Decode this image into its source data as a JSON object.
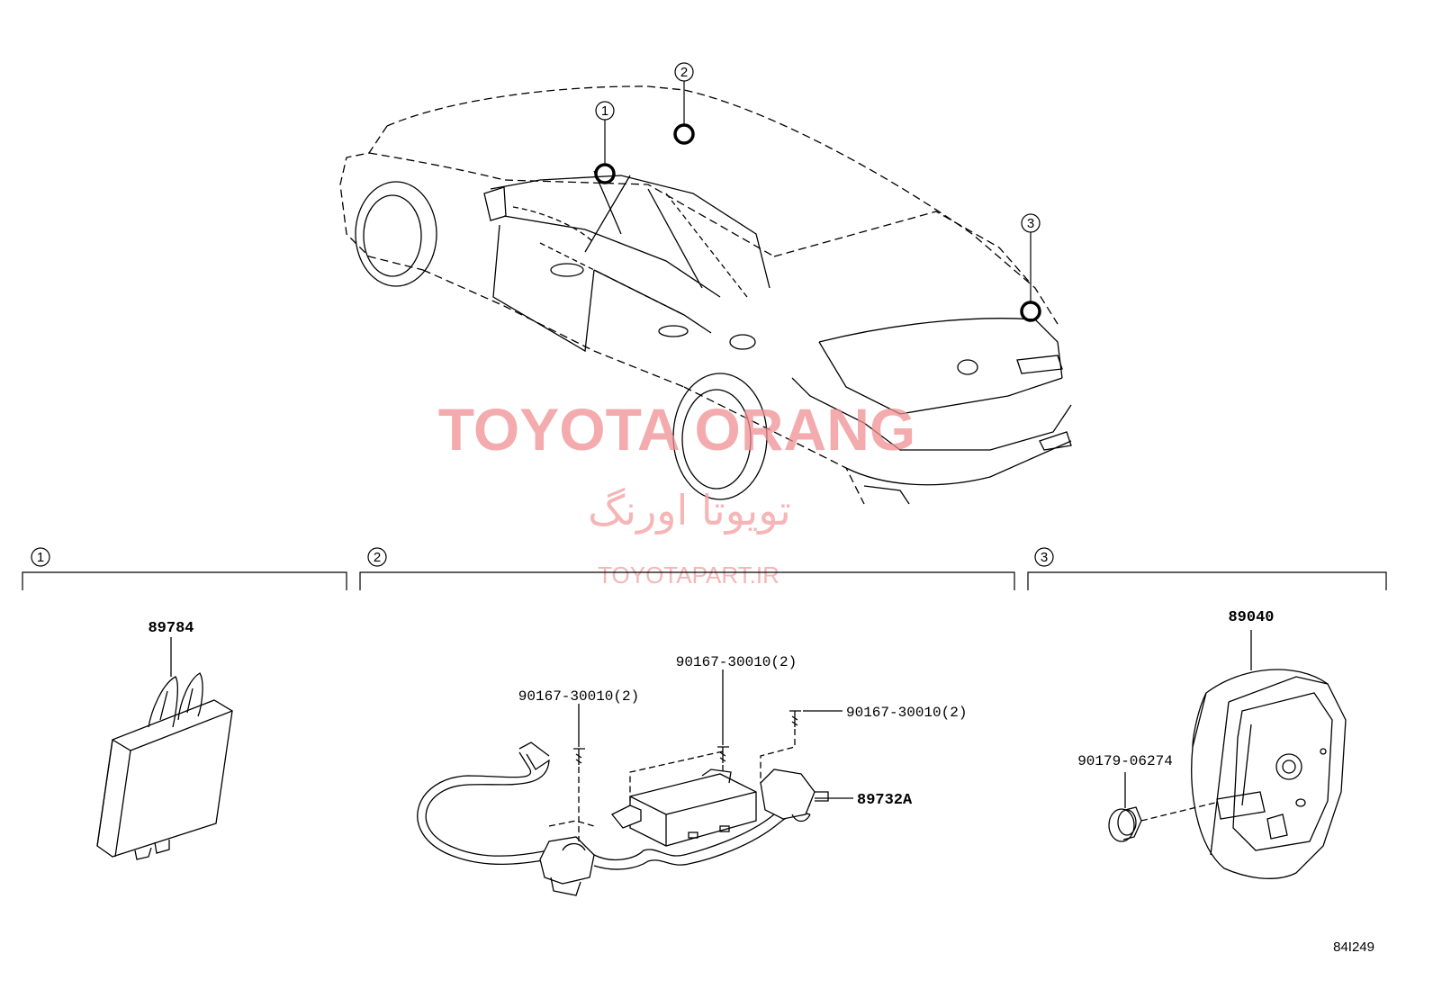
{
  "watermark": {
    "main": "TOYOTA ORANG",
    "persian": "تویوتا اورنگ",
    "url": "TOYOTAPART.IR",
    "color": "#f08f93"
  },
  "callouts": [
    "1",
    "2",
    "3"
  ],
  "sections": [
    {
      "number": "1",
      "parts": {
        "module": "89784"
      }
    },
    {
      "number": "2",
      "parts": {
        "screw_left": "90167-30010(2)",
        "screw_middle": "90167-30010(2)",
        "screw_right": "90167-30010(2)",
        "harness": "89732A"
      }
    },
    {
      "number": "3",
      "parts": {
        "unit": "89040",
        "clip": "90179-06274"
      }
    }
  ],
  "diagram_ref": "84I249"
}
